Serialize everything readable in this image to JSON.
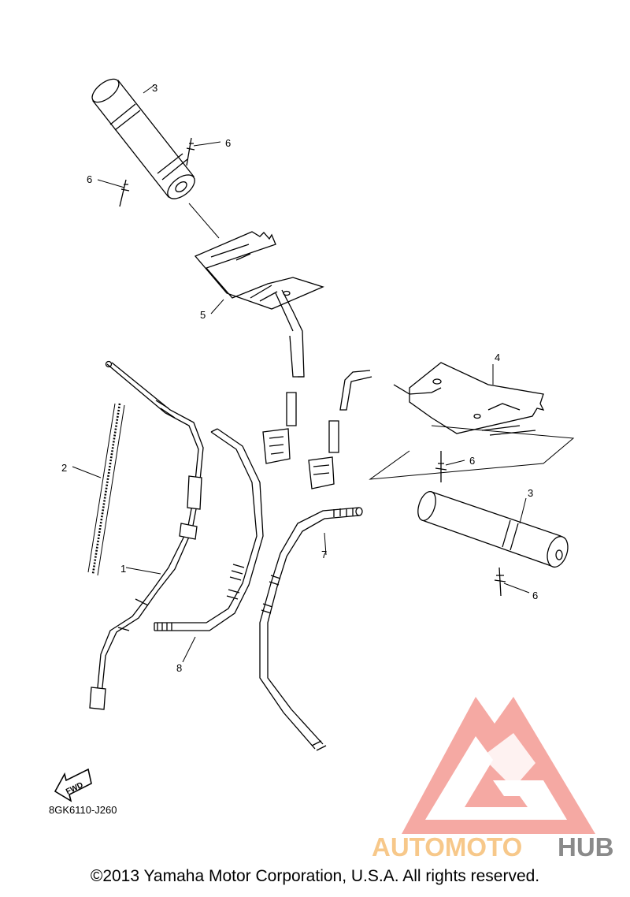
{
  "callouts": {
    "grip_top": "3",
    "grip_right": "3",
    "rivet_top_a": "6",
    "rivet_top_b": "6",
    "rivet_right_a": "6",
    "rivet_right_b": "6",
    "heater_left": "5",
    "heater_right": "4",
    "spring": "2",
    "cable": "1",
    "hose_left": "8",
    "hose_right": "7"
  },
  "fwd_label": "FWD",
  "diagram_code": "8GK6110-J260",
  "watermark": {
    "part1": "AUTOMOTO",
    "part2": "HUB",
    "color_a": "#f5a09a",
    "color_b": "#f7c88a",
    "color_c": "#8a8a8a"
  },
  "copyright": "©2013 Yamaha Motor Corporation, U.S.A. All rights reserved."
}
